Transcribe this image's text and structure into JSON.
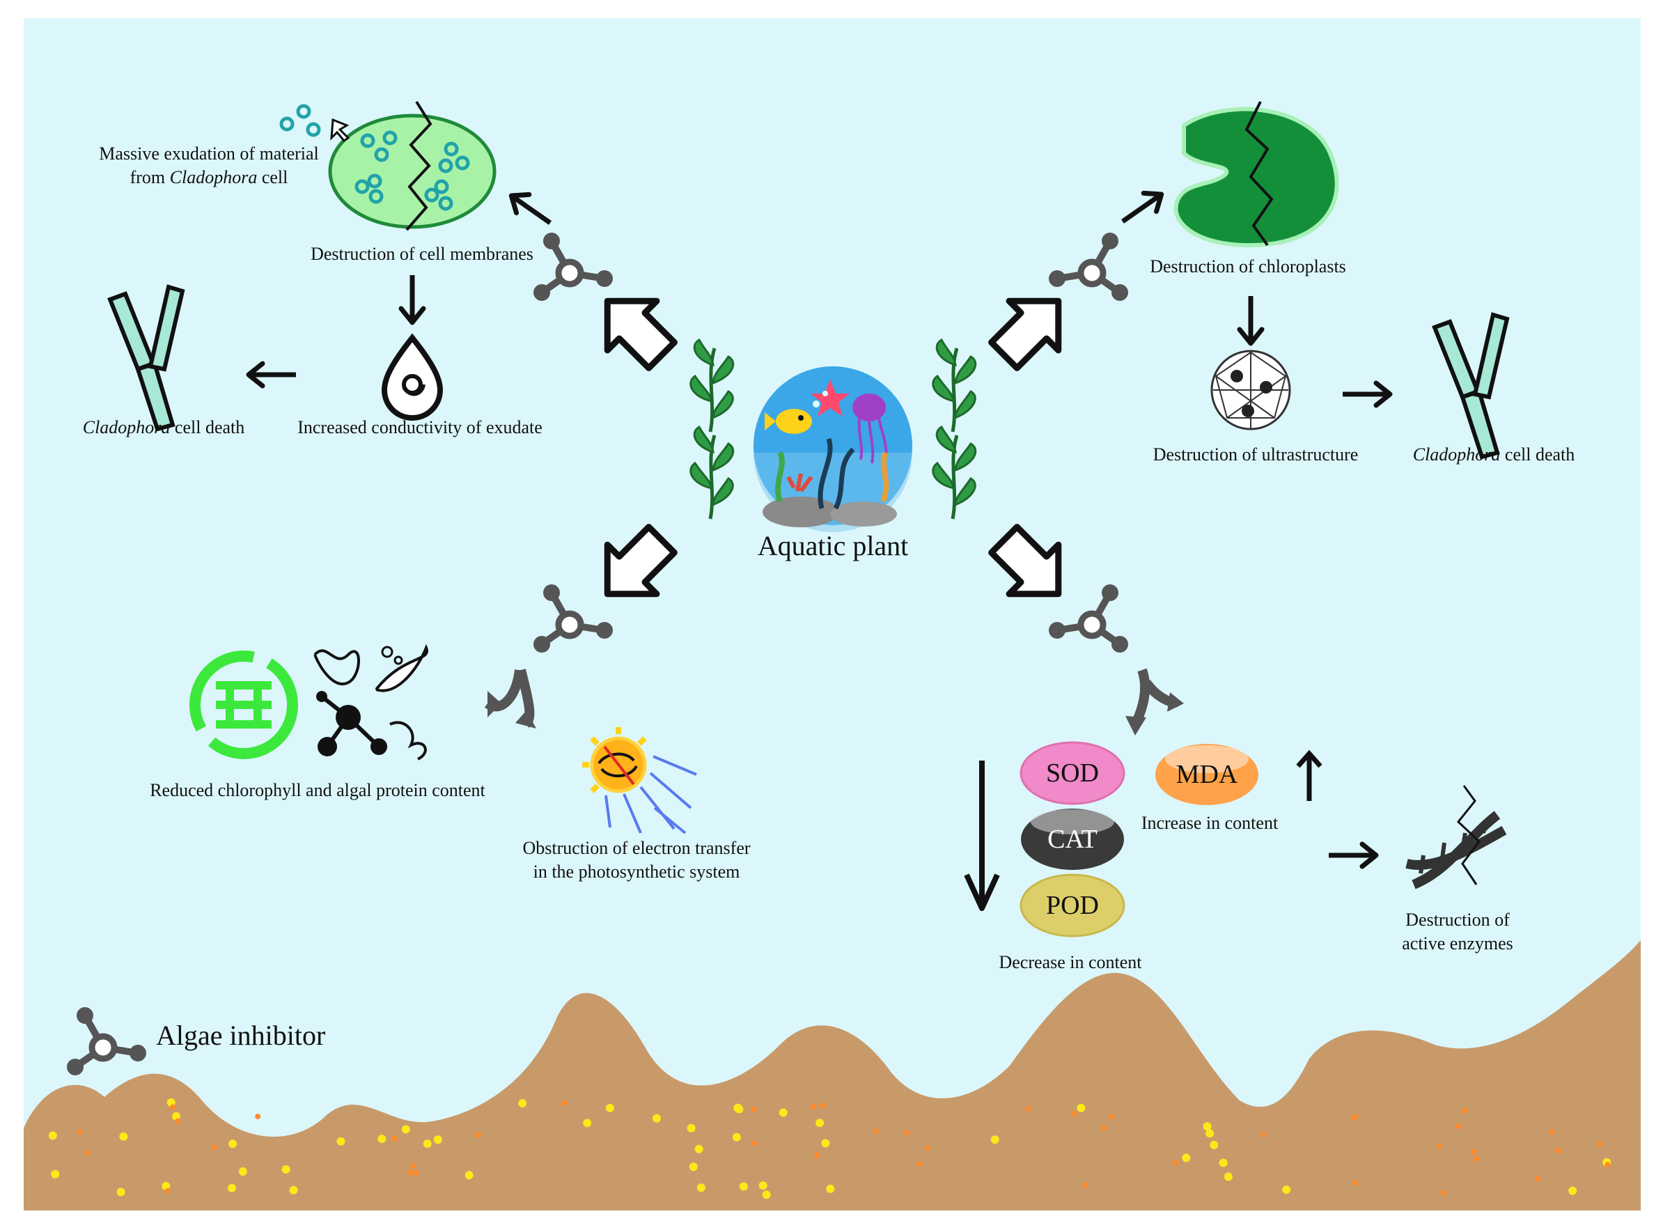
{
  "center": {
    "label": "Aquatic plant"
  },
  "legend": {
    "label": "Algae inhibitor"
  },
  "top_left": {
    "exudation_line1": "Massive exudation of material",
    "exudation_line2_prefix": "from ",
    "exudation_line2_italic": "Cladophora",
    "exudation_line2_suffix": " cell",
    "membranes": "Destruction of cell membranes",
    "conductivity": "Increased conductivity of exudate",
    "death_italic": "Cladophora",
    "death_suffix": " cell death"
  },
  "top_right": {
    "chloroplasts": "Destruction of chloroplasts",
    "ultrastructure": "Destruction of ultrastructure",
    "death_italic": "Cladophora",
    "death_suffix": " cell death"
  },
  "bottom_left": {
    "chlorophyll": "Reduced chlorophyll and algal protein content",
    "electron_line1": "Obstruction of electron transfer",
    "electron_line2": "in the photosynthetic system"
  },
  "bottom_right": {
    "sod": "SOD",
    "cat": "CAT",
    "pod": "POD",
    "mda": "MDA",
    "increase": "Increase in content",
    "decrease": "Decrease in content",
    "enzymes_line1": "Destruction of",
    "enzymes_line2": "active enzymes"
  },
  "colors": {
    "water": "#dcf7fb",
    "sediment": "#c89a6a",
    "dot_yellow": "#ffe81a",
    "dot_orange": "#ff8a2a",
    "inhibitor": "#555555",
    "cell_green": "#a8f2a8",
    "chloroplast": "#138f3a",
    "chlorophyll_green": "#3de83d",
    "sod": "#f08ac8",
    "cat": "#3a3a3a",
    "pod": "#dccf6a",
    "mda": "#ffa24a"
  }
}
